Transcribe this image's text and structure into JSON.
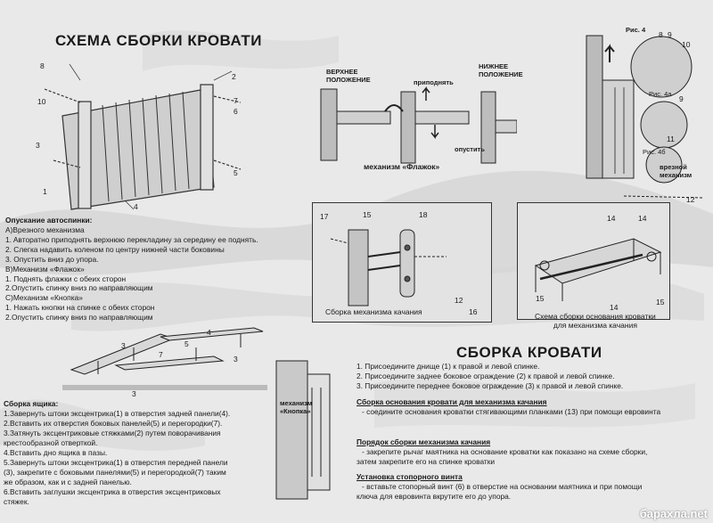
{
  "titles": {
    "left": "СХЕМА СБОРКИ КРОВАТИ",
    "right": "СБОРКА КРОВАТИ"
  },
  "crib_callouts": [
    "8",
    "10",
    "2",
    "7",
    "6",
    "3",
    "5",
    "1",
    "4"
  ],
  "flag": {
    "upper": "ВЕРХНЕЕ\nПОЛОЖЕНИЕ",
    "raise": "приподнять",
    "lower": "НИЖНЕЕ\nПОЛОЖЕНИЕ",
    "drop": "опустить",
    "caption": "механизм «Флажок»"
  },
  "fig4": {
    "title": "Рис. 4",
    "nums": [
      "8",
      "9",
      "10",
      "9",
      "11",
      "12"
    ],
    "sub_a": "Рис. 4а",
    "sub_b": "Рис. 4б",
    "cut": "врезной\nмеханизм"
  },
  "lowering": {
    "heading": "Опускание автоспинки:",
    "lines": [
      "А)Врезного механизма",
      "1. Aвторатно приподнять верхнюю перекладину за середину ее поднять.",
      "2. Слегка надавить коленом по центру нижней части боковины",
      "3. Опустить вниз до упора.",
      "В)Механизм «Флажок»",
      "1. Поднять флажки с обеих сторон",
      "2.Опустить спинку вниз по направляющим",
      "С)Механизм «Кнопка»",
      "1. Нажать кнопки на спинке с обеих сторон",
      "2.Опустить спинку вниз по направляющим"
    ]
  },
  "swing": {
    "nums": [
      "17",
      "15",
      "18",
      "12",
      "16"
    ],
    "caption": "Сборка механизма качания"
  },
  "base": {
    "nums": [
      "14",
      "14",
      "15",
      "14",
      "15"
    ],
    "caption": "Схема сборки основания кроватки\nдля механизма качания"
  },
  "drawer_diagram_nums": [
    "3",
    "7",
    "4",
    "5",
    "3",
    "3"
  ],
  "drawer": {
    "heading": "Сборка ящика:",
    "lines": [
      "1.Завернуть штоки эксцентрика(1) в отверстия задней панели(4).",
      "2.Вставить их  отверстия боковых панелей(5) и перегородки(7).",
      "3.Затянуть эксцентриковые стяжками(2) путем поворачивания",
      "крестообразной отверткой.",
      "4.Вставить дно ящика в пазы.",
      "5.Завернуть штоки эксцентрика(1) в отверстия передней панели",
      "(3), закрепите с боковыми панелями(5) и перегородкой(7) таким",
      "же образом, как и с задней панелью.",
      "6.Вставить заглушки эксцентрика в отверстия эксцентриковых",
      "стяжек."
    ]
  },
  "button_label": "механизм\n«Кнопка»",
  "assembly": {
    "steps": [
      "1. Присоедините днище (1) к правой и левой спинке.",
      "2. Присоедините заднее боковое ограждение (2) к правой и левой спинке.",
      "3. Присоедините переднее боковое ограждение (3) к правой и левой спинке."
    ],
    "base_heading": "Сборка основания кровати для механизма качания",
    "base_text": "- соедините основания кроватки стягивающими планками (13) при помощи евровинта",
    "order_heading": "Порядок сборки механизма качания",
    "order_text_1": "- закрепите рычаг маятника на основание кроватки как показано на схеме сборки,",
    "order_text_2": "затем закрепите его на спинке кроватки",
    "stop_heading": "Установка стопорного винта",
    "stop_text_1": "- вставьте стопорный винт (6) в отверстие на основании маятника и при помощи",
    "stop_text_2": "ключа для евровинта вкрутите его до упора."
  },
  "watermark": "барахла.net"
}
